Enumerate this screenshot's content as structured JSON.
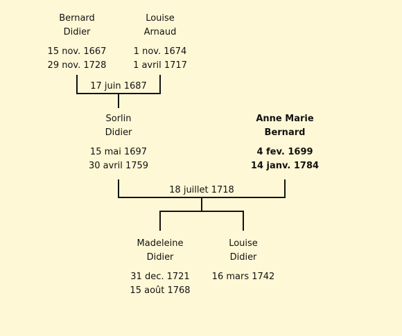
{
  "people": {
    "bernard_didier": {
      "given": "Bernard",
      "surname": "Didier",
      "birth": "15 nov. 1667",
      "death": "29 nov. 1728"
    },
    "louise_arnaud": {
      "given": "Louise",
      "surname": "Arnaud",
      "birth": "1 nov. 1674",
      "death": "1 avril 1717"
    },
    "sorlin_didier": {
      "given": "Sorlin",
      "surname": "Didier",
      "birth": "15 mai 1697",
      "death": "30 avril 1759"
    },
    "anne_marie_bernard": {
      "given": "Anne Marie",
      "surname": "Bernard",
      "birth": "4 fev. 1699",
      "death": "14 janv. 1784"
    },
    "madeleine_didier": {
      "given": "Madeleine",
      "surname": "Didier",
      "birth": "31 dec. 1721",
      "death": "15 août 1768"
    },
    "louise_didier": {
      "given": "Louise",
      "surname": "Didier",
      "birth": "16 mars 1742",
      "death": ""
    }
  },
  "marriages": {
    "first": "17 juin 1687",
    "second": "18 juillet 1718"
  },
  "colors": {
    "background": "#fff8d6",
    "line": "#111111"
  }
}
